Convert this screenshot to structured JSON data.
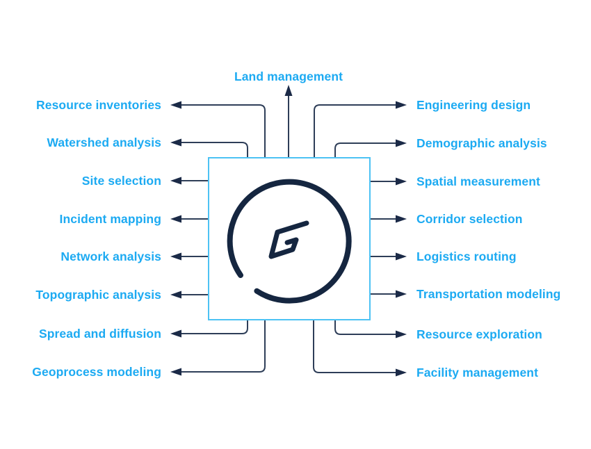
{
  "diagram": {
    "top_label": "Land management",
    "left_labels": [
      "Resource inventories",
      "Watershed analysis",
      "Site selection",
      "Incident mapping",
      "Network analysis",
      "Topographic analysis",
      "Spread and diffusion",
      "Geoprocess modeling"
    ],
    "right_labels": [
      "Engineering design",
      "Demographic analysis",
      "Spatial measurement",
      "Corridor selection",
      "Logistics routing",
      "Transportation modeling",
      "Resource exploration",
      "Facility management"
    ],
    "center_icon": "gis-g-logo",
    "colors": {
      "label_blue": "#1caaf2",
      "line_navy": "#2e3e58",
      "arrow_navy": "#1b2a47",
      "logo_navy": "#152640",
      "box_border": "#4cc2f4",
      "background": "#ffffff"
    }
  }
}
